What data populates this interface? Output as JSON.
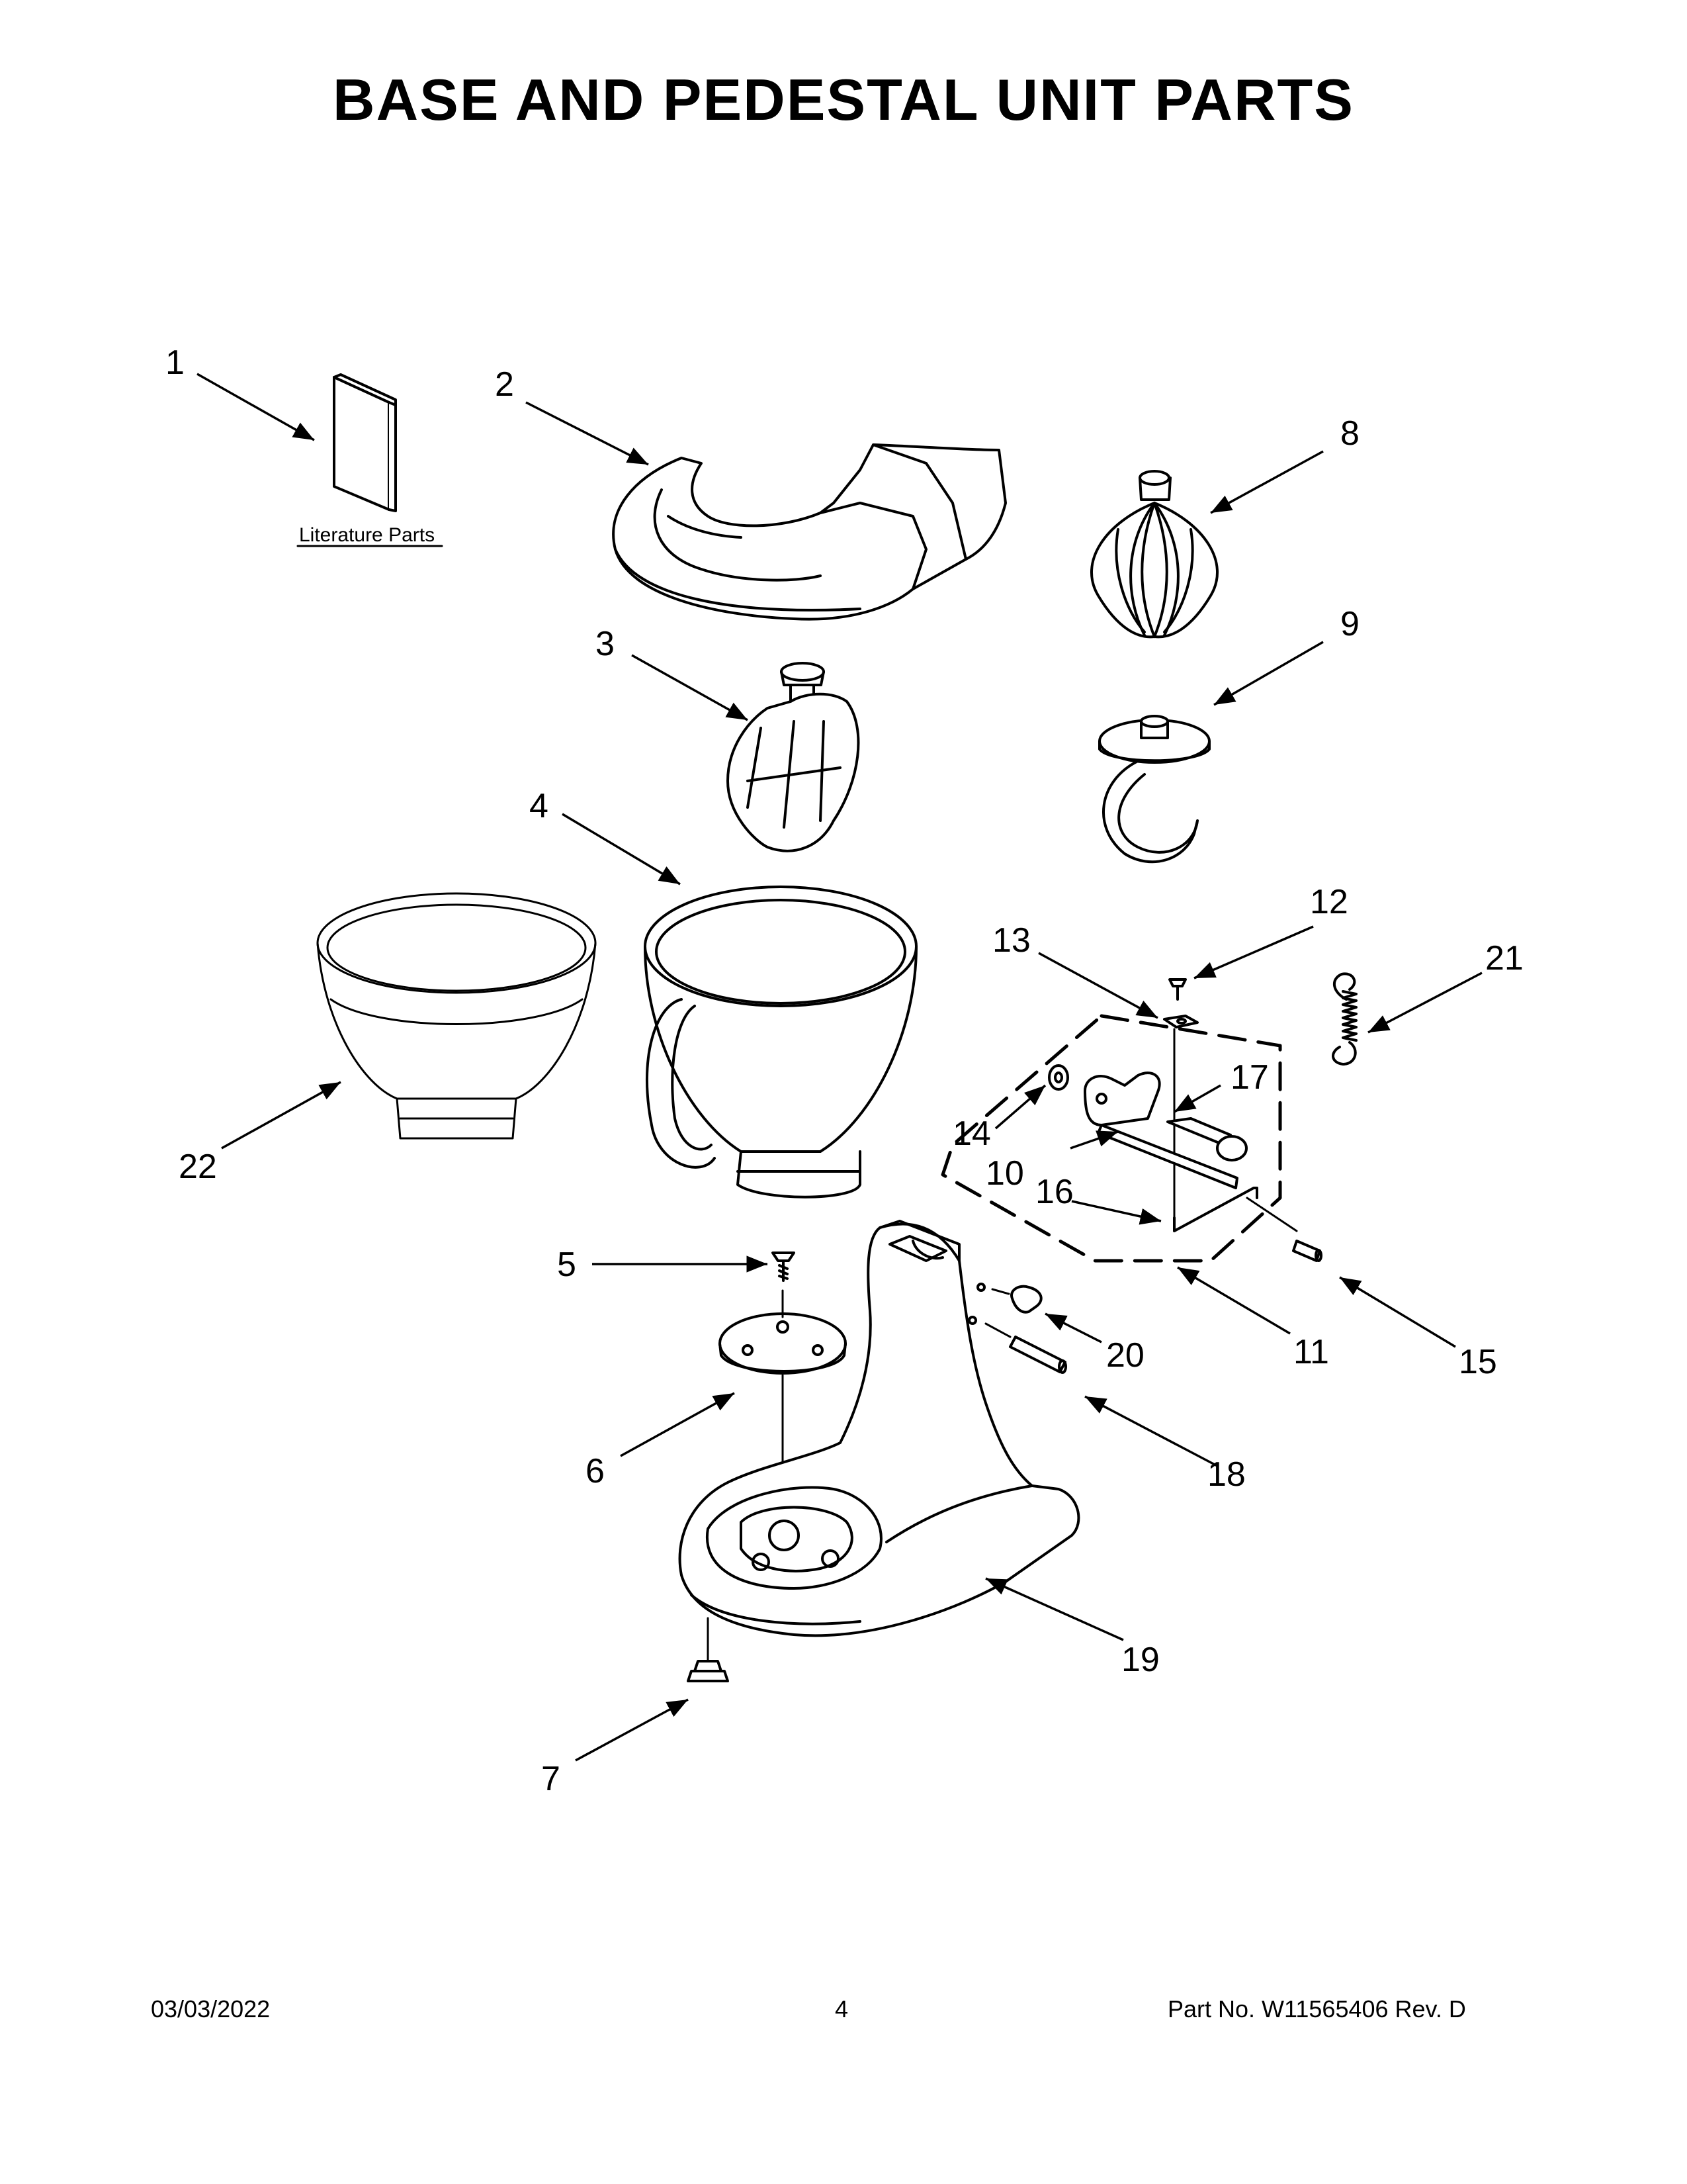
{
  "title": "BASE AND PEDESTAL UNIT PARTS",
  "literature_label": "Literature Parts",
  "callouts": {
    "c1": "1",
    "c2": "2",
    "c3": "3",
    "c4": "4",
    "c5": "5",
    "c6": "6",
    "c7": "7",
    "c8": "8",
    "c9": "9",
    "c10": "10",
    "c11": "11",
    "c12": "12",
    "c13": "13",
    "c14": "14",
    "c15": "15",
    "c16": "16",
    "c17": "17",
    "c18": "18",
    "c19": "19",
    "c20": "20",
    "c21": "21",
    "c22": "22"
  },
  "footer": {
    "date": "03/03/2022",
    "page": "4",
    "part": "Part No.  W11565406  Rev.  D"
  }
}
